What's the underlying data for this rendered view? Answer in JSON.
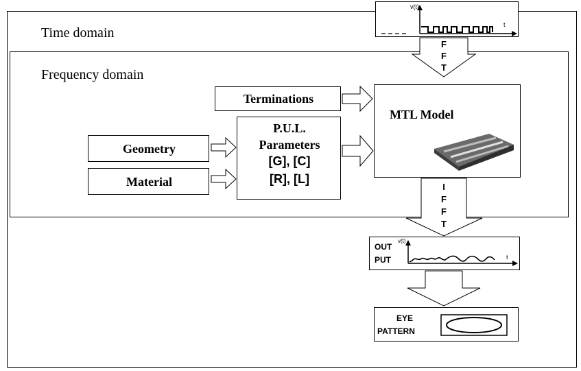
{
  "labels": {
    "time_domain": "Time domain",
    "frequency_domain": "Frequency domain"
  },
  "blocks": {
    "terminations": "Terminations",
    "geometry": "Geometry",
    "material": "Material",
    "pul_line1": "P.U.L.",
    "pul_line2": "Parameters",
    "pul_line3": "[G], [C]",
    "pul_line4": "[R], [L]",
    "mtl_model": "MTL Model",
    "output_line1": "OUT",
    "output_line2": "PUT",
    "eye_line1": "EYE",
    "eye_line2": "PATTERN"
  },
  "arrows": {
    "fft": [
      "F",
      "F",
      "T"
    ],
    "ifft": [
      "I",
      "F",
      "F",
      "T"
    ]
  },
  "plots": {
    "input_axis_label": "v(t)",
    "input_time_label": "t",
    "output_axis_label": "v(t)",
    "output_time_label": "t"
  },
  "icons": {
    "pcb": "pcb-board-icon",
    "eye": "eye-diagram-icon"
  }
}
